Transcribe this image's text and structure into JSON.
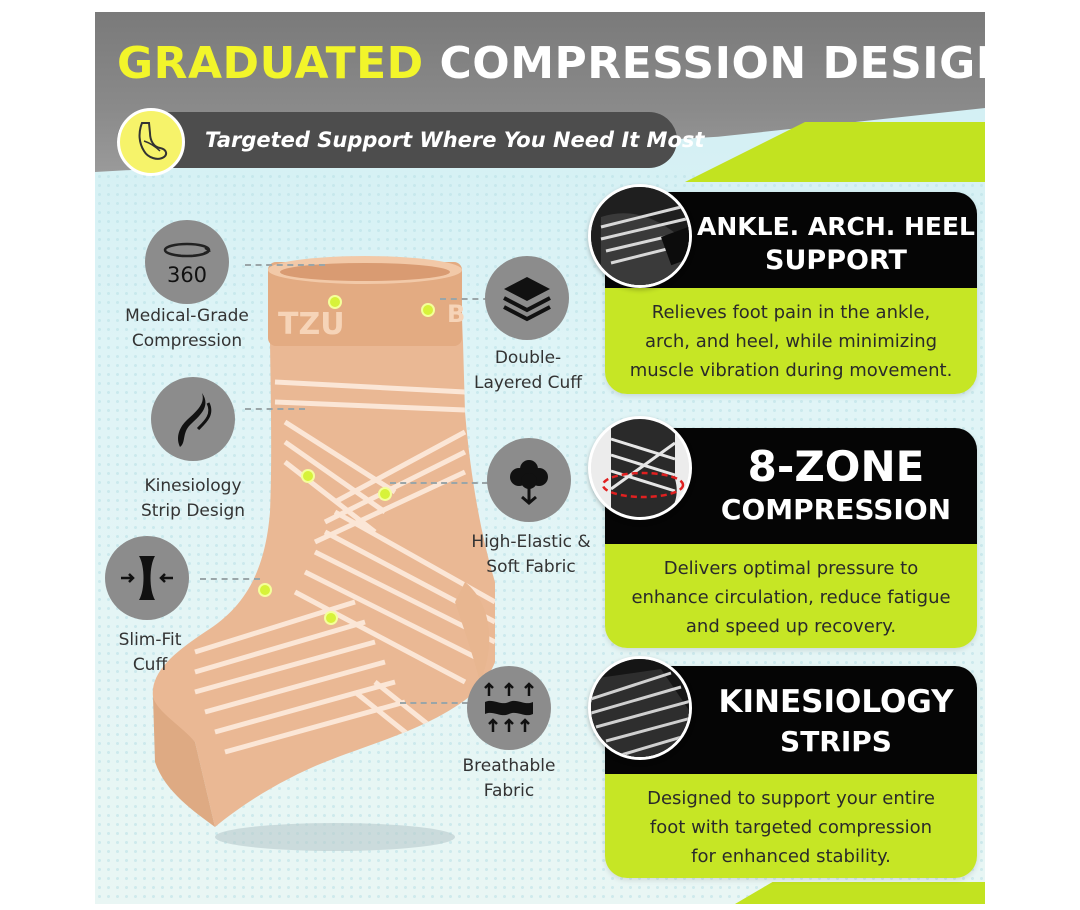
{
  "header": {
    "title_highlight": "GRADUATED",
    "title_rest": "COMPRESSION DESIGN",
    "subtitle": "Targeted Support Where You Need It Most"
  },
  "features_left": [
    {
      "icon": "360-rotation-icon",
      "line1": "Medical-Grade",
      "line2": "Compression",
      "icon_text": "360"
    },
    {
      "icon": "kinesiology-ribbon-icon",
      "line1": "Kinesiology",
      "line2": "Strip Design"
    },
    {
      "icon": "slim-fit-arrows-icon",
      "line1": "Slim-Fit",
      "line2": "Cuff"
    }
  ],
  "features_middle": [
    {
      "icon": "layers-icon",
      "line1": "Double-",
      "line2": "Layered Cuff"
    },
    {
      "icon": "cotton-flower-icon",
      "line1": "High-Elastic &",
      "line2": "Soft Fabric"
    },
    {
      "icon": "breathable-arrows-icon",
      "line1": "Breathable",
      "line2": "Fabric"
    }
  ],
  "product": {
    "brand_mark": "TZU",
    "brand_mark_side": "B"
  },
  "panels": [
    {
      "title1": "ANKLE. ARCH. HEEL",
      "title2": "SUPPORT",
      "body": [
        "Relieves foot pain in the ankle,",
        "arch, and heel, while minimizing",
        "muscle vibration during movement."
      ]
    },
    {
      "title1": "8-ZONE",
      "title2": "COMPRESSION",
      "body": [
        "Delivers optimal pressure to",
        "enhance circulation, reduce fatigue",
        "and speed up recovery."
      ]
    },
    {
      "title1": "KINESIOLOGY",
      "title2": "STRIPS",
      "body": [
        "Designed to support your entire",
        "foot with targeted compression",
        "for enhanced stability."
      ]
    }
  ],
  "colors": {
    "lime": "#c6e625",
    "yellow": "#f2f52a",
    "dark": "#050505",
    "sock": "#eab894"
  }
}
